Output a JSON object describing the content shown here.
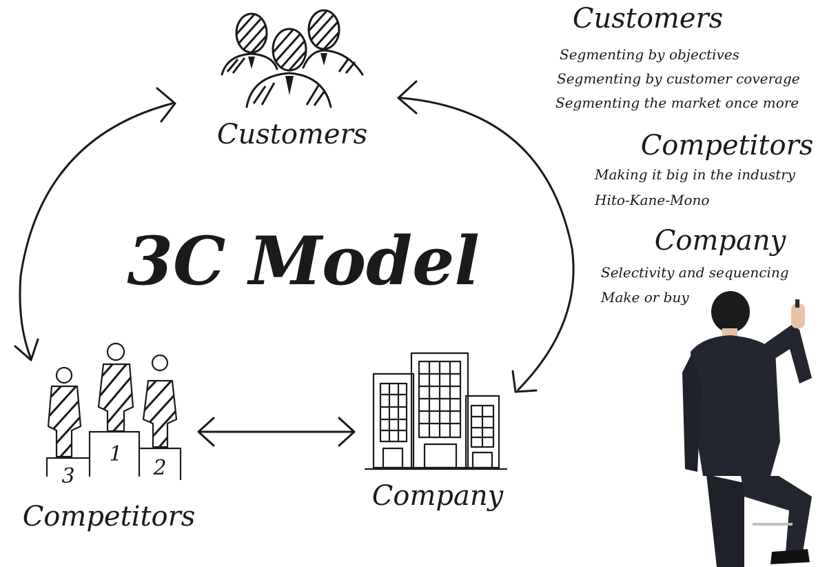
{
  "diagram": {
    "center_title": "3C Model",
    "nodes": {
      "customers": "Customers",
      "competitors": "Competitors",
      "company": "Company"
    },
    "podium": {
      "first": "1",
      "second": "2",
      "third": "3"
    }
  },
  "notes": {
    "customers": {
      "heading": "Customers",
      "items": [
        "Segmenting by objectives",
        "Segmenting by customer coverage",
        "Segmenting the market once more"
      ]
    },
    "competitors": {
      "heading": "Competitors",
      "items": [
        "Making it big in the industry",
        "Hito-Kane-Mono"
      ]
    },
    "company": {
      "heading": "Company",
      "items": [
        "Selectivity and sequencing",
        "Make or buy"
      ]
    }
  },
  "colors": {
    "ink": "#1a1a1a",
    "suit": "#23262e",
    "skin": "#e8c2a4",
    "background": "#ffffff"
  },
  "icons": [
    "people-group-icon",
    "podium-icon",
    "office-buildings-icon",
    "double-arrow-icon"
  ]
}
